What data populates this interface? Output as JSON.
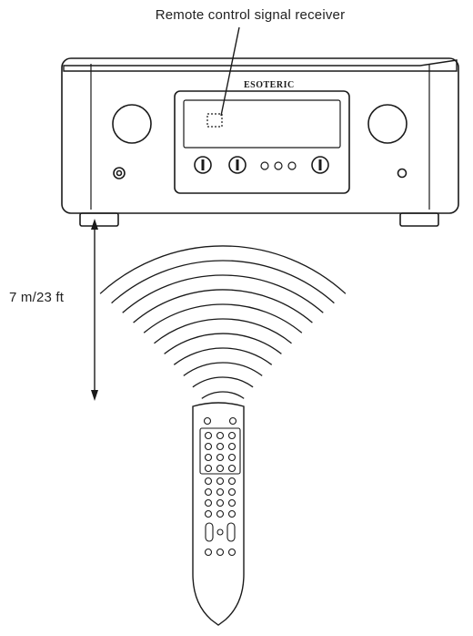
{
  "captions": {
    "receiver": "Remote control signal receiver",
    "distance": "7 m/23 ft"
  },
  "device": {
    "logo_text": "ESOTERIC"
  },
  "colors": {
    "line": "#1a1a1a",
    "background": "#ffffff"
  }
}
